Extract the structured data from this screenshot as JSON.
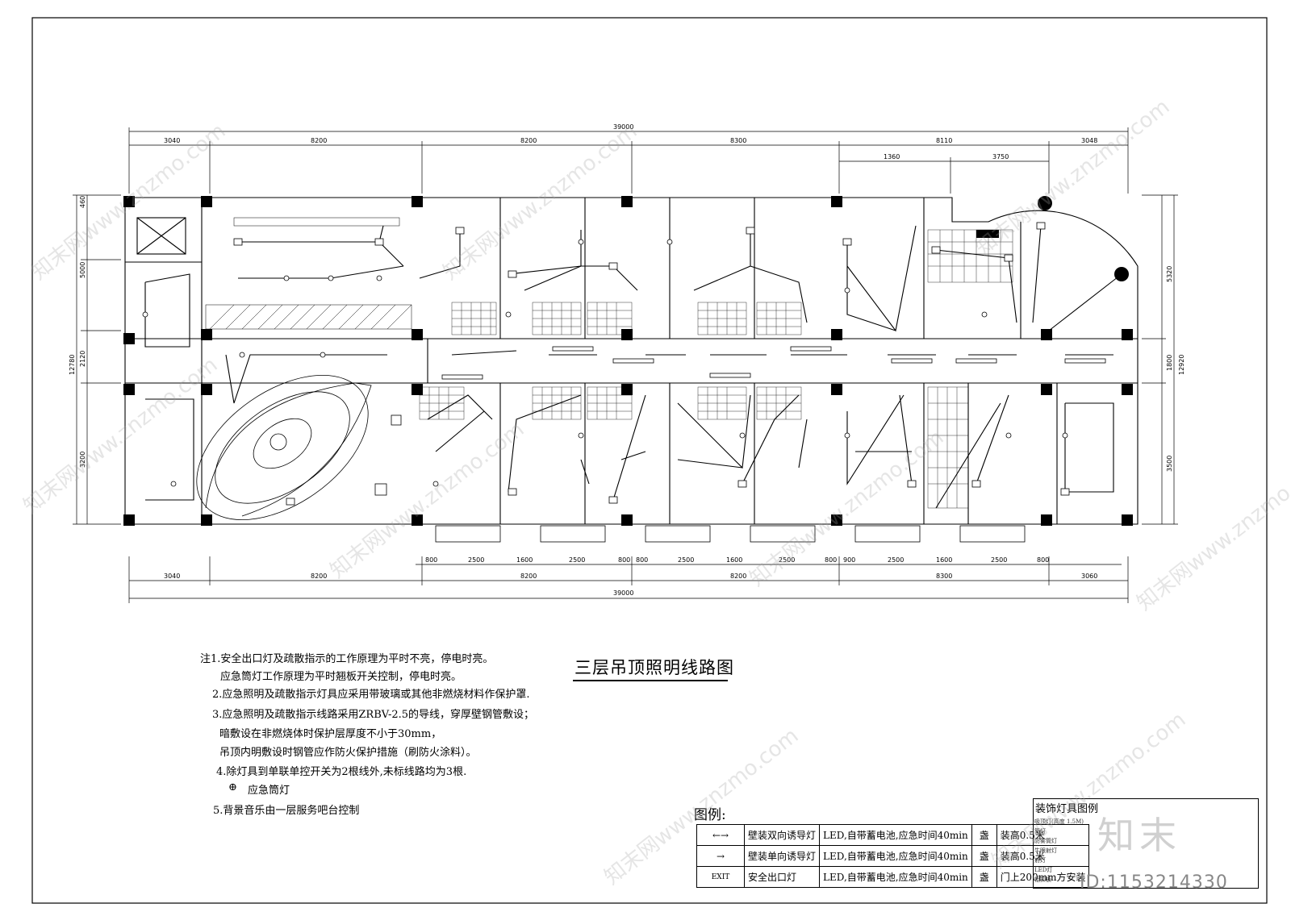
{
  "title": "三层吊顶照明线路图",
  "dimensions": {
    "top_total": "39000",
    "top_row": [
      "3040",
      "8200",
      "8200",
      "8300",
      "8110",
      "3048"
    ],
    "top_sub": [
      "1360",
      "3750"
    ],
    "bottom_total": "39000",
    "bottom_row": [
      "3040",
      "8200",
      "8200",
      "8200",
      "8300",
      "3060"
    ],
    "bottom_sub": [
      "800",
      "2500",
      "1600",
      "2500",
      "800",
      "800",
      "2500",
      "1600",
      "2500",
      "800",
      "900",
      "2500",
      "1600",
      "2500",
      "800"
    ],
    "left": [
      "460",
      "5000",
      "2120",
      "3200",
      "12780"
    ],
    "right": [
      "5320",
      "1800",
      "3500",
      "12920"
    ]
  },
  "notes": [
    "注1.安全出口灯及疏散指示的工作原理为平时不亮，停电时亮。",
    "应急筒灯工作原理为平时翘板开关控制，停电时亮。",
    "2.应急照明及疏散指示灯具应采用带玻璃或其他非燃烧材料作保护罩.",
    "3.应急照明及疏散指示线路采用ZRBV-2.5的导线，穿厚壁钢管敷设；",
    "暗敷设在非燃烧体时保护层厚度不小于30mm，",
    "吊顶内明敷设时钢管应作防火保护措施（刷防火涂料）。",
    "4.除灯具到单联单控开关为2根线外,未标线路均为3根.",
    "应急筒灯",
    "5.背景音乐由一层服务吧台控制"
  ],
  "legend": {
    "heading": "图例:",
    "rows": [
      {
        "symbol": "←→",
        "name": "壁装双向诱导灯",
        "spec": "LED,自带蓄电池,应急时间40min",
        "unit": "盏",
        "install": "装高0.5米"
      },
      {
        "symbol": "→",
        "name": "壁装单向诱导灯",
        "spec": "LED,自带蓄电池,应急时间40min",
        "unit": "盏",
        "install": "装高0.5米"
      },
      {
        "symbol": "EXIT",
        "name": "安全出口灯",
        "spec": "LED,自带蓄电池,应急时间40min",
        "unit": "盏",
        "install": "门上200mm方安装"
      }
    ]
  },
  "deco_legend": {
    "heading": "装饰灯具图例",
    "rows": [
      "吸顶灯(高度 1.5M)",
      "筒灯",
      "防雾筒灯",
      "牛眼射灯",
      "射灯",
      "LED灯",
      "铝扣板"
    ]
  },
  "watermark": "知末网www.znzmo.com",
  "logo": "知末",
  "id_tag": "ID:1153214330"
}
